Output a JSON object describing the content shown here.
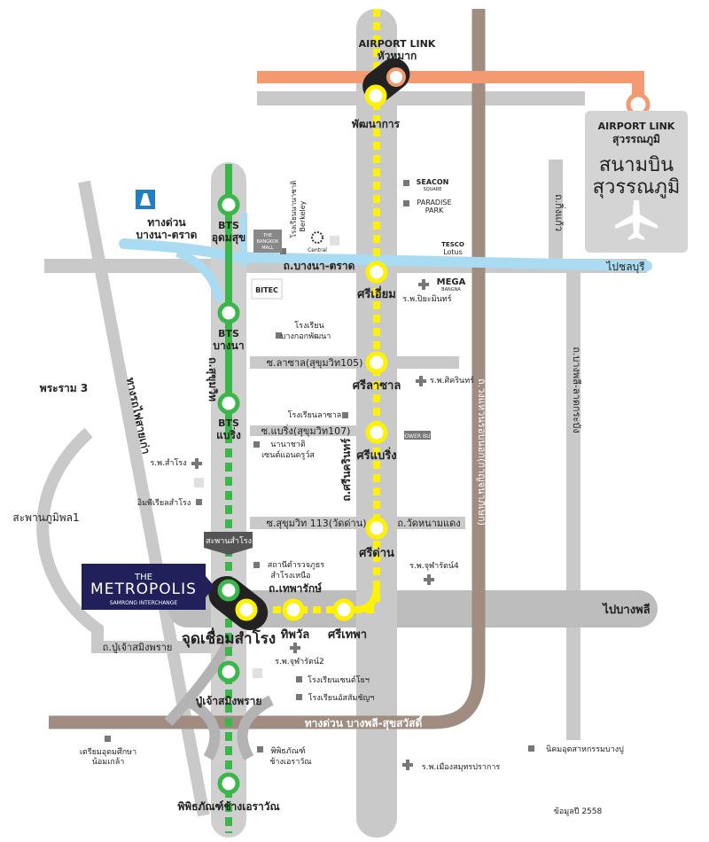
{
  "colors": {
    "road": "#c9c9c9",
    "major_road": "#bdbdbd",
    "airport_link": "#f39a72",
    "bts_green": "#3cb54a",
    "yellow_line": "#fff200",
    "bts_track": "#cfcfcf",
    "expressway_blue": "#a9dcf2",
    "outer_ring": "#a08c80",
    "metropolis_navy": "#22205a",
    "airport_box": "#d4d4d4",
    "poi": "#777777"
  },
  "airport_link": {
    "hua_mak": [
      "AIRPORT LINK",
      "หัวหมาก"
    ],
    "suvarnabhumi": [
      "AIRPORT LINK",
      "สุวรรณภูมิ"
    ],
    "airport_name": [
      "สนามบิน",
      "สุวรรณภูมิ"
    ]
  },
  "stations": {
    "pattanakarn": "พัฒนาการ",
    "bts_udomsuk": [
      "BTS",
      "อุดมสุข"
    ],
    "bts_bangna": [
      "BTS",
      "บางนา"
    ],
    "bts_bearing": [
      "BTS",
      "แบริ่ง"
    ],
    "sri_iam": "ศรีเอี่ยม",
    "sri_lasalle": "ศรีลาซาล",
    "sri_bearing": "ศรีแบริ่ง",
    "sri_dan": "ศรีด่าน",
    "thipphawan": "ทิพวัล",
    "sri_thepha": "ศรีเทพา",
    "interchange": "จุดเชื่อมสำโรง",
    "pu_chao": "ปู่เจ้าสมิงพราย",
    "erawan_museum": "พิพิธภัณฑ์ช้างเอราวัณ"
  },
  "roads": {
    "bangna_trad": "ถ.บางนา-ตราด",
    "to_chonburi": "ไปชลบุรี",
    "expressway_bangna": [
      "ทางด่วน",
      "บางนา-ตราด"
    ],
    "sukhumvit": "ถ.สุขุมวิท",
    "srinakarin": "ถ.ศรีนครินทร์",
    "king_kaew": "ถ.กิ่งแก้ว",
    "bangphli_latkrabang": "ถ.บางพลี-ลาดกระบัง",
    "outer_ring": "ถ.วงแหวนรอบนอก(กาญจนาภิเษก)",
    "old_railway": "ทางรถไฟสายเก่า",
    "rama3": "พระราม 3",
    "bhumibol_bridge": "สะพานภูมิพล1",
    "lasalle": "ซ.ลาซาล(สุขุมวิท105)",
    "bearing": "ซ.แบริ่ง(สุขุมวิท107)",
    "sukhumvit113": "ซ.สุขุมวิท 113(วัดด่าน)",
    "wat_nam_daeng": "ถ.วัดหนามแดง",
    "thepharak": "ถ.เทพารักษ์",
    "to_bangphli": "ไปบางพลี",
    "pu_chao_road": "ถ.ปู่เจ้าสมิงพราย",
    "samrong_bridge": "สะพานสำโรง",
    "expressway_bangphli": "ทางด่วน บางพลี-สุขสวัสดิ์"
  },
  "landmarks": {
    "seacon": [
      "SEACON",
      "SQUARE"
    ],
    "paradise": [
      "PARADISE",
      "PARK"
    ],
    "tesco": [
      "TESCO",
      "Lotus"
    ],
    "mega": [
      "MEGA",
      "BANGNA"
    ],
    "bitec": "BITEC",
    "bangkok_mall": [
      "THE",
      "BANGKOK",
      "MALL"
    ],
    "central": "Central",
    "berkeley": [
      "โรงเรียนนานาชาติ",
      "Berkeley"
    ],
    "piyamin": "ร.พ.ปิยะมินทร์",
    "sikarin": "ร.พ.ศิครินทร์",
    "bangkok_pattana": [
      "โรงเรียน",
      "บางกอกพัฒนา"
    ],
    "lasalle_school": "โรงเรียนลาซาล",
    "st_andrews": [
      "นานาชาติ",
      "เซนต์แอนดรูว์ส"
    ],
    "samrong_hosp": "ร.พ.สำโรง",
    "imperial": "อิมพีเรียลสำโรง",
    "police": [
      "สถานีตำรวจภูธร",
      "สำโรงเหนือ"
    ],
    "chularat4": "ร.พ.จุฬารัตน์4",
    "chularat2": "ร.พ.จุฬารัตน์2",
    "st_joseph": "โรงเรียนเซนต์โยฯ",
    "assumption": "โรงเรียนอัสสัมชัญฯ",
    "triam": [
      "เตรียมอุดมศึกษา",
      "น้อมเกล้า"
    ],
    "erawan": [
      "พิพิธภัณฑ์",
      "ช้างเอราวัณ"
    ],
    "muang_samut": "ร.พ.เมืองสมุทรปราการ",
    "bangpoo": "นิคมอุตสาหกรรมบางปู",
    "powerbuy": "POWER BUY"
  },
  "brand": {
    "name_small": "THE",
    "name_big": "METROPOLIS",
    "tagline": "SAMRONG INTERCHANGE"
  },
  "footer": "ข้อมูลปี 2558"
}
